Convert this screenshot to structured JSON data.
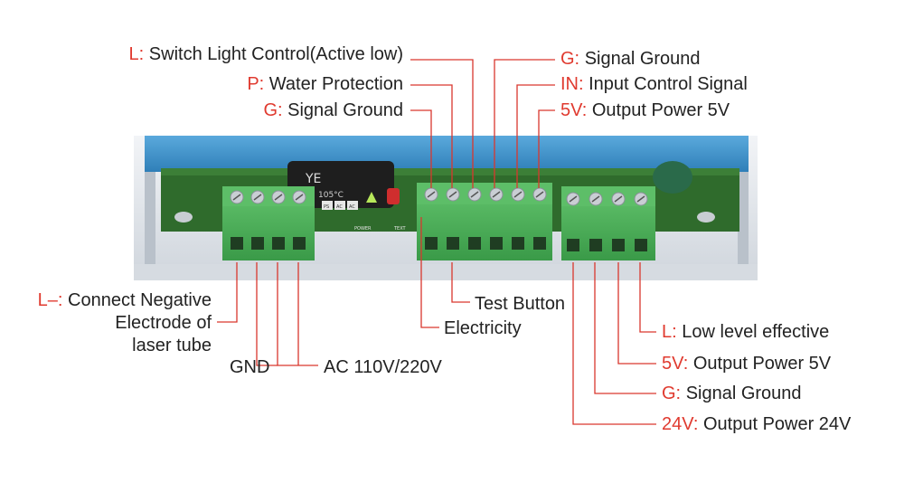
{
  "colors": {
    "code": "#e03a2f",
    "text": "#222222",
    "leader": "#d9372e",
    "terminal": "#4cb05a",
    "pcb": "#2f6b2c",
    "housing": "#e3e7ec",
    "lid": "#3e93cc"
  },
  "pcb_marks": {
    "brand": "YE",
    "temp": "105°C",
    "pads": [
      "PS",
      "AC",
      "AC"
    ],
    "power": "POWER",
    "test": "TEXT"
  },
  "labels": {
    "top": [
      {
        "code": "L:",
        "text": "Switch Light Control(Active low)"
      },
      {
        "code": "P:",
        "text": "Water Protection"
      },
      {
        "code": "G:",
        "text": "Signal Ground"
      },
      {
        "code": "G:",
        "text": "Signal Ground"
      },
      {
        "code": "IN:",
        "text": "Input Control Signal"
      },
      {
        "code": "5V:",
        "text": "Output Power 5V"
      }
    ],
    "left": {
      "code": "L–:",
      "line1": "Connect Negative",
      "line2": "Electrode of",
      "line3": "laser tube"
    },
    "gnd": "GND",
    "ac": "AC 110V/220V",
    "test_button": "Test Button",
    "electricity": "Electricity",
    "right": [
      {
        "code": "L:",
        "text": "Low level effective"
      },
      {
        "code": "5V:",
        "text": "Output Power 5V"
      },
      {
        "code": "G:",
        "text": "Signal Ground"
      },
      {
        "code": "24V:",
        "text": "Output Power 24V"
      }
    ]
  }
}
